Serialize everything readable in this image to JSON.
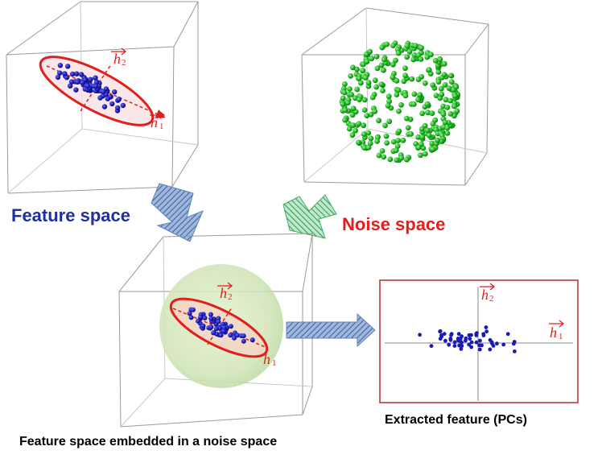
{
  "labels": {
    "feature_space": "Feature space",
    "noise_space": "Noise space",
    "extracted_feature": "Extracted feature (PCs)",
    "embedded_title": "Feature space embedded in a noise space"
  },
  "vectors": {
    "h1": "h1",
    "h2": "h2",
    "h1_base": "h",
    "h1_sub": "1",
    "h2_base": "h",
    "h2_sub": "2"
  },
  "colors": {
    "feature_label": "#1e2fa0",
    "noise_label": "#e0201c",
    "ellipse": "#e0201c",
    "feature_points": "#1a1ab4",
    "noise_points": "#33cc33",
    "noise_sphere": "#cfe6b8",
    "arrow_blue": "#5f83b8",
    "arrow_green": "#3daa66",
    "panel_border": "#b03030",
    "box_lines": "#9a9a9a"
  },
  "icons": {
    "arrow_down_right": "arrow-down-right-icon",
    "arrow_down_left": "arrow-down-left-icon",
    "arrow_right": "arrow-right-icon"
  }
}
